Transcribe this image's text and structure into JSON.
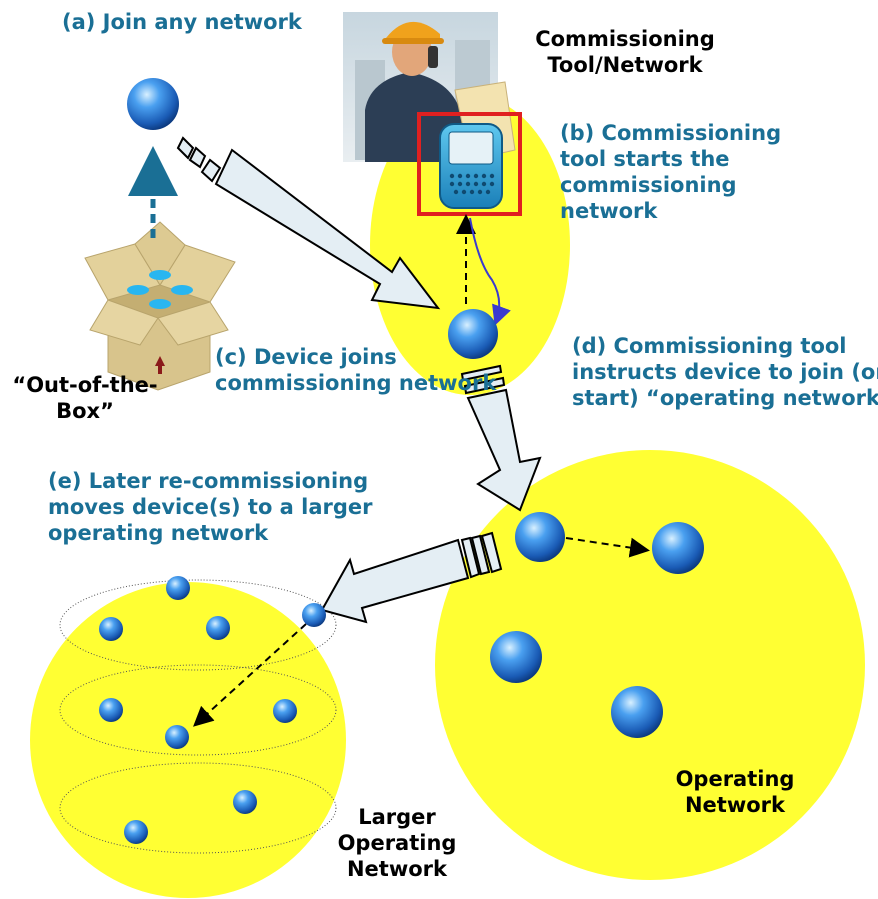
{
  "labels": {
    "step_a": "(a) Join any network",
    "step_b": [
      "(b) Commissioning",
      "tool starts the",
      "commissioning",
      "network"
    ],
    "step_c": [
      "(c) Device joins",
      "commissioning network"
    ],
    "step_d": [
      "(d) Commissioning tool",
      "instructs device to join (or",
      "start) “operating network”"
    ],
    "step_e": [
      "(e) Later re-commissioning",
      "moves device(s) to a larger",
      "operating network"
    ],
    "commissioning_tool_network": [
      "Commissioning",
      "Tool/Network"
    ],
    "out_of_the_box": [
      "“Out-of-the-",
      "Box”"
    ],
    "operating_network": [
      "Operating",
      "Network"
    ],
    "larger_operating_network": [
      "Larger",
      "Operating",
      "Network"
    ]
  },
  "colors": {
    "label_blue": "#1a6f95",
    "network_yellow": "#ffff33",
    "node_blue": "#2a78d4",
    "highlight_red": "#e02020",
    "arrow_fill": "#e4eef4",
    "box_tan": "#d8c48c",
    "connector_purple": "#3a3ad0"
  },
  "icons": {
    "node": "sphere-node-icon",
    "worker": "worker-on-phone-icon",
    "device": "handheld-device-icon",
    "box": "open-box-icon"
  }
}
